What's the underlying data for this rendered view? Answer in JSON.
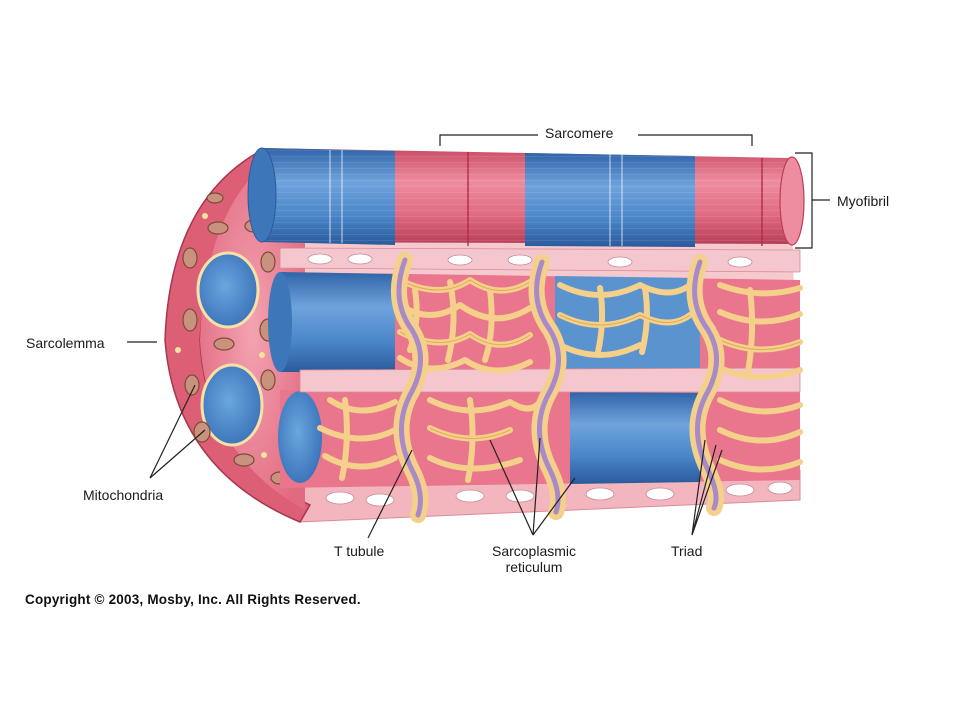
{
  "labels": {
    "sarcomere": "Sarcomere",
    "myofibril": "Myofibril",
    "sarcolemma": "Sarcolemma",
    "mitochondria": "Mitochondria",
    "t_tubule": "T tubule",
    "sarcoplasmic_reticulum_line1": "Sarcoplasmic",
    "sarcoplasmic_reticulum_line2": "reticulum",
    "triad": "Triad"
  },
  "copyright": "Copyright © 2003, Mosby, Inc. All Rights Reserved.",
  "colors": {
    "myofibril_red": "#e0607a",
    "myofibril_blue": "#4a86c8",
    "reticulum_yellow": "#f4d08a",
    "reticulum_outline": "#d9a24a",
    "t_tubule_purple": "#a98ac8",
    "sarcolemma_pink": "#e8788a",
    "mitochondria": "#c8907a"
  }
}
